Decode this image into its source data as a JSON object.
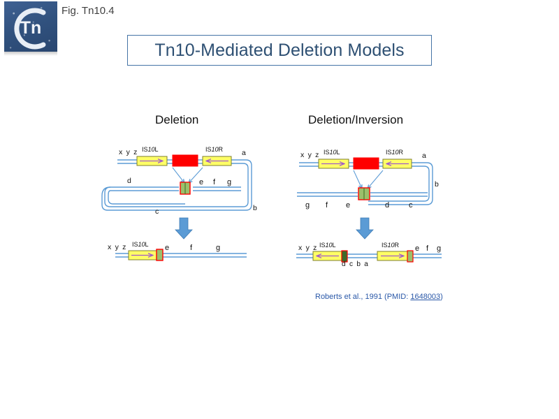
{
  "header": {
    "figure_label": "Fig. Tn10.4",
    "logo_text": "CTn"
  },
  "title": "Tn10-Mediated Deletion Models",
  "panels": [
    {
      "id": "deletion",
      "caption": "Deletion",
      "substrate": {
        "left_flank_label": "x y z",
        "is_left_label": "IS10L",
        "is_right_label": "IS10R",
        "transposon_body_color": "#FF0000",
        "is_element_color": "#FFFF66",
        "is_arrow_color": "#A05BC8",
        "dna_color": "#5B9BD5",
        "target_site_color": "#9CBF6B",
        "target_site_border": "#FF0000",
        "loop_labels": {
          "top_right": "a",
          "bottom_right": "b"
        },
        "lower_strand_left_label": "d",
        "lower_strand_segments": [
          "e",
          "f",
          "g"
        ],
        "bottom_loop_label": "c"
      },
      "arrow": "down-arrow",
      "product": {
        "left_flank_label": "x y z",
        "is_label": "IS10L",
        "is_arrow_direction": "right",
        "segments": [
          "e",
          "f",
          "g"
        ]
      }
    },
    {
      "id": "deletion-inversion",
      "caption": "Deletion/Inversion",
      "substrate": {
        "left_flank_label": "x y z",
        "is_left_label": "IS10L",
        "is_right_label": "IS10R",
        "transposon_body_color": "#FF0000",
        "is_element_color": "#FFFF66",
        "is_arrow_color": "#A05BC8",
        "dna_color": "#5B9BD5",
        "target_site_color": "#9CBF6B",
        "target_site_border": "#FF0000",
        "loop_labels": {
          "top_right": "a",
          "right": "b"
        },
        "lower_strand_left_segments": [
          "g",
          "f",
          "e"
        ],
        "lower_strand_right_segments": [
          "d",
          "c"
        ]
      },
      "arrow": "down-arrow",
      "product": {
        "left_flank_label": "x y z",
        "is_left_label": "IS10L",
        "is_left_arrow_direction": "left",
        "is_right_label": "IS10R",
        "is_right_arrow_direction": "right",
        "inverted_segment_label": "d c b a",
        "segments": [
          "e",
          "f",
          "g"
        ]
      }
    }
  ],
  "citation": {
    "text_before": "Roberts et al., 1991 (PMID: ",
    "pmid": "1648003",
    "text_after": ")"
  },
  "colors": {
    "title_text": "#2e5073",
    "title_border": "#4574a6",
    "dna": "#5B9BD5",
    "transposon": "#FF0000",
    "is_fill": "#FFFF66",
    "link": "#2a58a8"
  }
}
